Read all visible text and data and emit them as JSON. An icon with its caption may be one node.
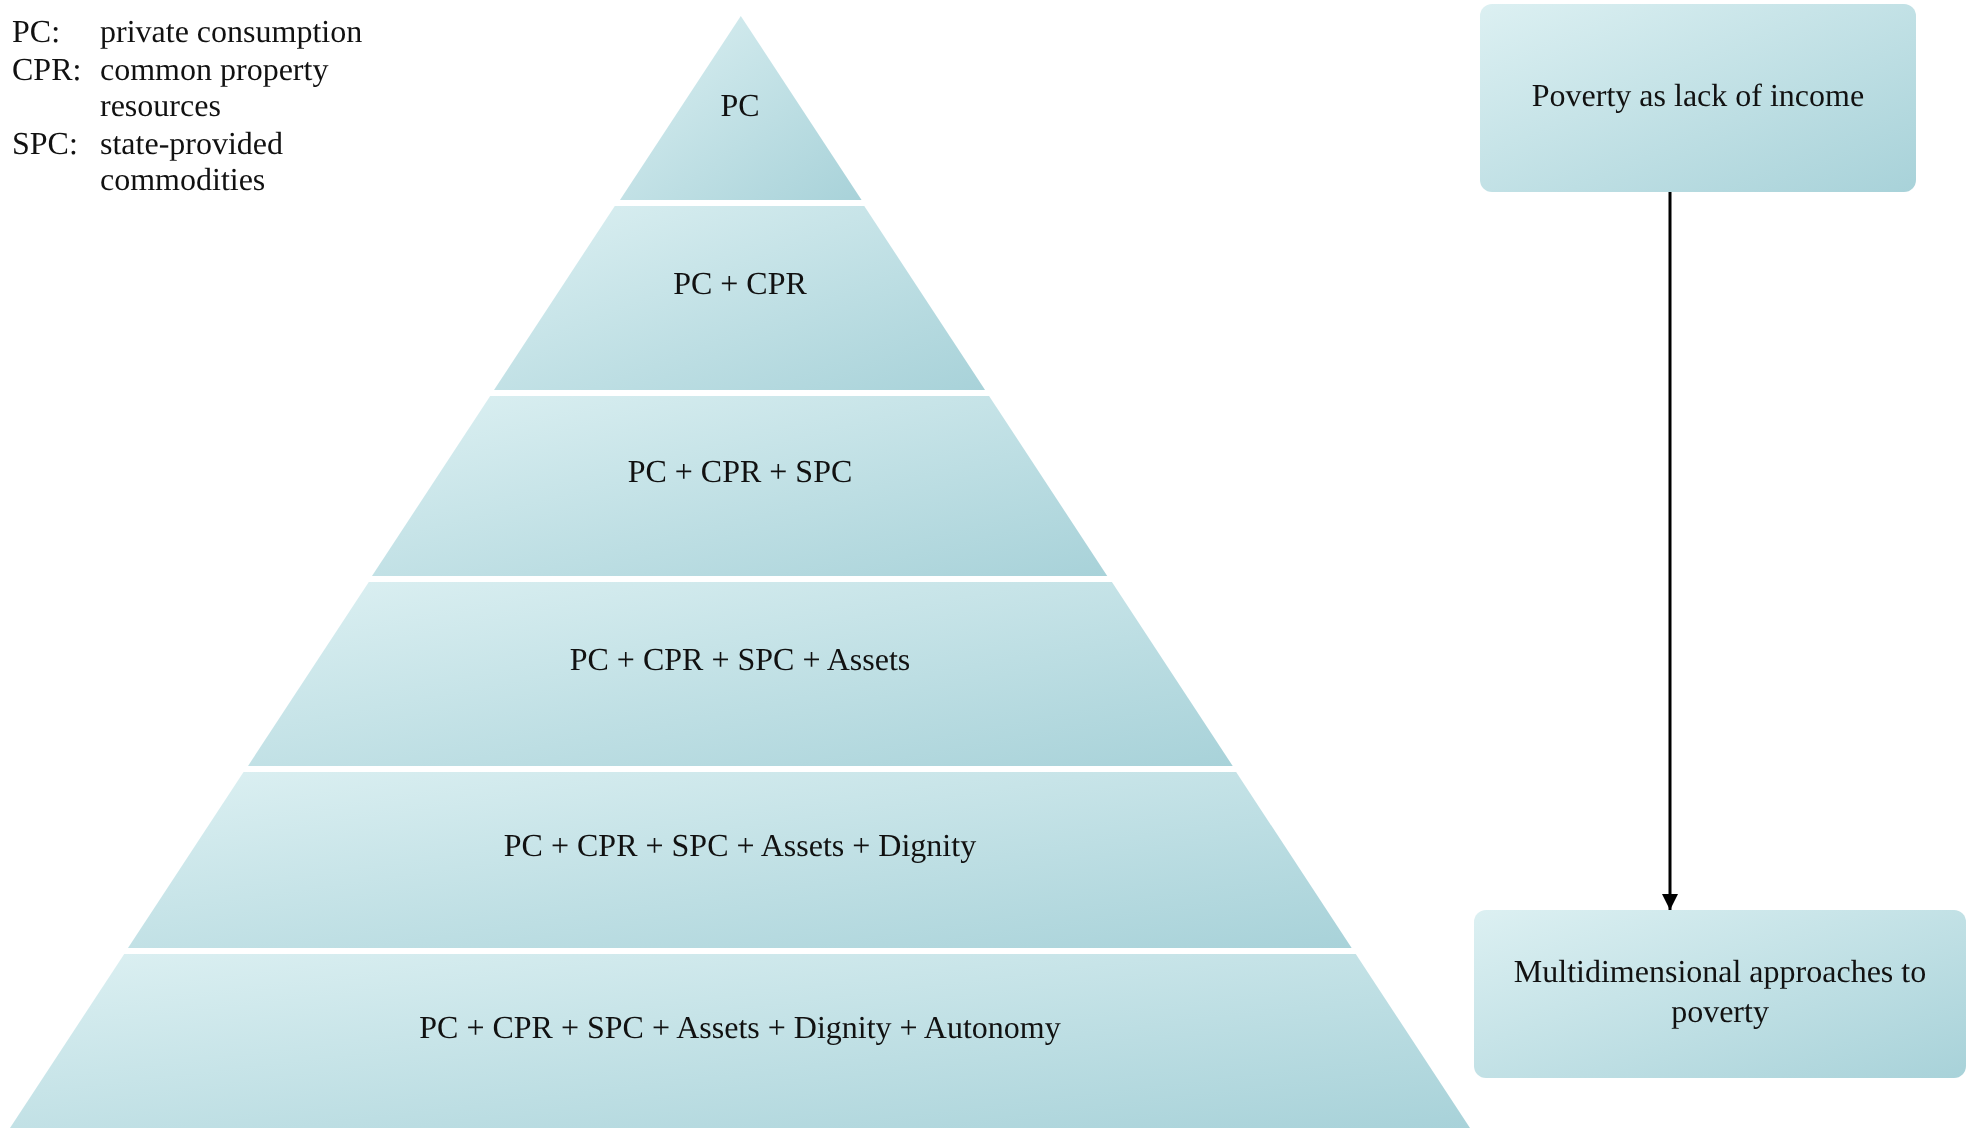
{
  "diagram": {
    "nodes": [
      {
        "text": [
          "PC"
        ]
      },
      {
        "text": [
          "PC + CPR"
        ]
      },
      {
        "text": [
          "PC + CPR + SPC"
        ]
      },
      {
        "text": [
          "PC + CPR + SPC + Assets"
        ]
      },
      {
        "text": [
          "PC + CPR + SPC + Assets + Dignity"
        ]
      },
      {
        "text": [
          "PC + CPR + SPC + Assets + Dignity + Autonomy"
        ]
      },
      {
        "text": [
          "Poverty as lack of income"
        ]
      },
      {
        "text": [
          "Multidimensional approaches to poverty"
        ]
      }
    ],
    "edges": [
      {
        "from": 6,
        "to": 7,
        "arrow": "to"
      }
    ],
    "labels": [
      "PC:",
      "private consumption",
      "CPR:",
      "common property resources",
      "SPC:",
      "state-provided commodities"
    ]
  }
}
